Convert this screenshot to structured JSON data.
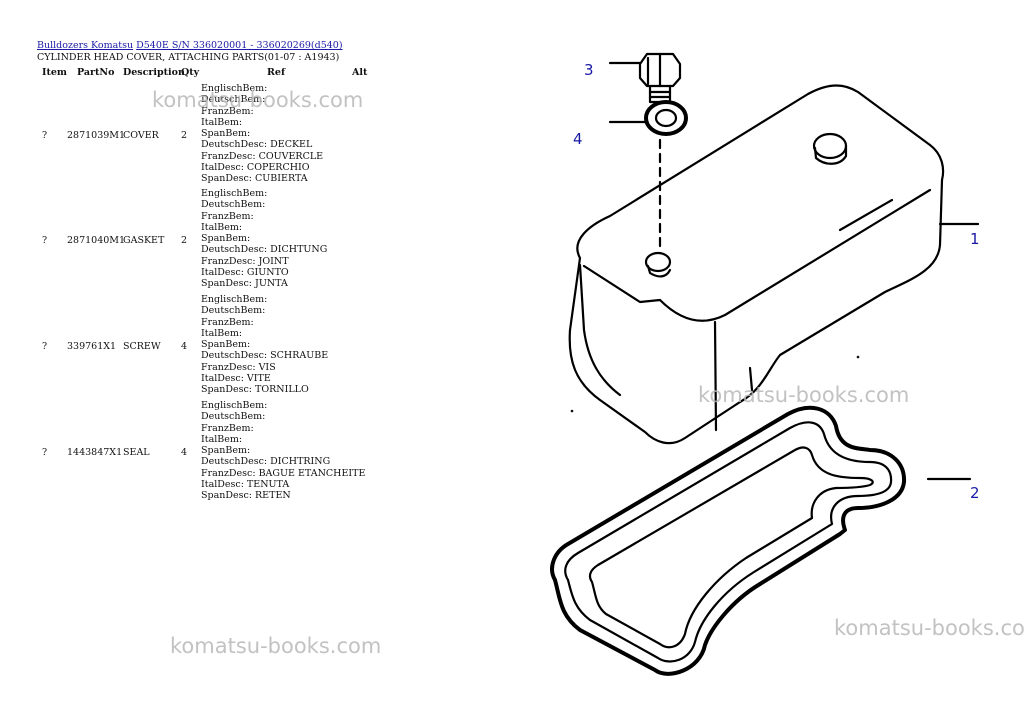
{
  "breadcrumb": {
    "link1": "Bulldozers Komatsu",
    "link2": "D540E S/N 336020001 - 336020269(d540)"
  },
  "title": "CYLINDER HEAD COVER, ATTACHING PARTS(01-07 : A1943)",
  "headers": {
    "item": "Item",
    "partno": "PartNo",
    "description": "Description",
    "qty": "Qty",
    "ref": "Ref",
    "alt": "Alt"
  },
  "parts": [
    {
      "item": "?",
      "partno": "2871039M1",
      "description": "COVER",
      "qty": "2",
      "ref": [
        "EnglischBem:",
        "DeutschBem:",
        "FranzBem:",
        "ItalBem:",
        "SpanBem:",
        "DeutschDesc: DECKEL",
        "FranzDesc: COUVERCLE",
        "ItalDesc: COPERCHIO",
        "SpanDesc: CUBIERTA"
      ]
    },
    {
      "item": "?",
      "partno": "2871040M1",
      "description": "GASKET",
      "qty": "2",
      "ref": [
        "EnglischBem:",
        "DeutschBem:",
        "FranzBem:",
        "ItalBem:",
        "SpanBem:",
        "DeutschDesc: DICHTUNG",
        "FranzDesc: JOINT",
        "ItalDesc: GIUNTO",
        "SpanDesc: JUNTA"
      ]
    },
    {
      "item": "?",
      "partno": "339761X1",
      "description": "SCREW",
      "qty": "4",
      "ref": [
        "EnglischBem:",
        "DeutschBem:",
        "FranzBem:",
        "ItalBem:",
        "SpanBem:",
        "DeutschDesc: SCHRAUBE",
        "FranzDesc: VIS",
        "ItalDesc: VITE",
        "SpanDesc: TORNILLO"
      ]
    },
    {
      "item": "?",
      "partno": "1443847X1",
      "description": "SEAL",
      "qty": "4",
      "ref": [
        "EnglischBem:",
        "DeutschBem:",
        "FranzBem:",
        "ItalBem:",
        "SpanBem:",
        "DeutschDesc: DICHTRING",
        "FranzDesc: BAGUE ETANCHEITE",
        "ItalDesc: TENUTA",
        "SpanDesc: RETEN"
      ]
    }
  ],
  "watermark": "komatsu-books.com",
  "watermark_cut": "komatsu-books.co",
  "callouts": {
    "c1": "1",
    "c2": "2",
    "c3": "3",
    "c4": "4"
  }
}
